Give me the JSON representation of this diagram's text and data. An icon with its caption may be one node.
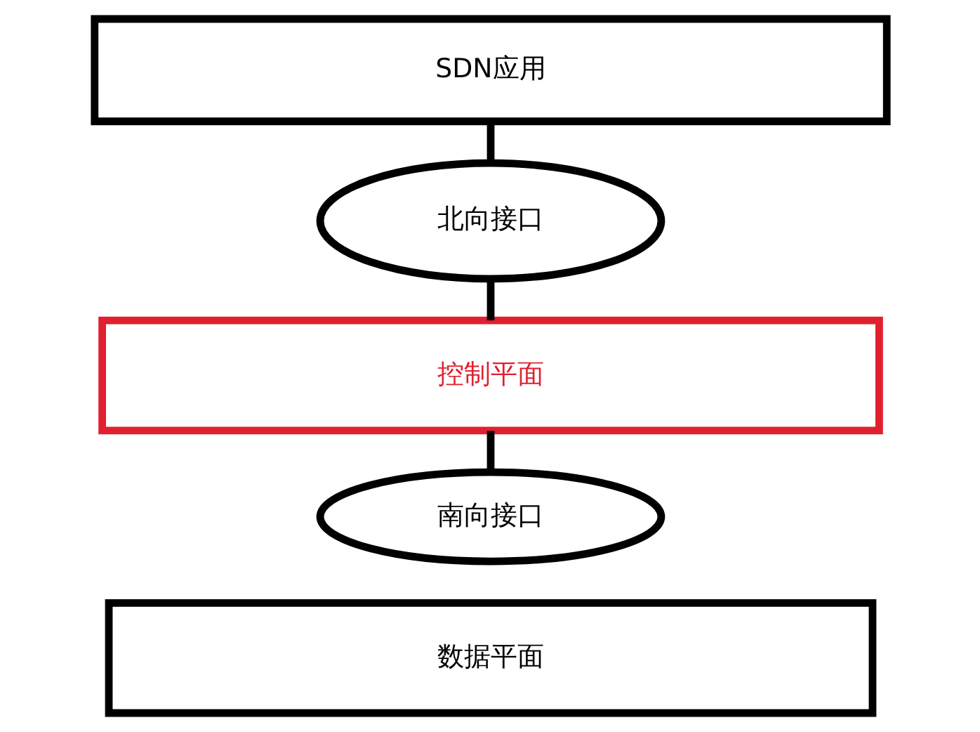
{
  "diagram": {
    "nodes": [
      {
        "text": [
          "SDN应用"
        ]
      },
      {
        "text": [
          "北向接口"
        ]
      },
      {
        "text": [
          "控制平面"
        ]
      },
      {
        "text": [
          "南向接口"
        ]
      },
      {
        "text": [
          "数据平面"
        ]
      }
    ],
    "edges": [
      {
        "from": 0,
        "to": 1,
        "arrow": "none"
      },
      {
        "from": 1,
        "to": 2,
        "arrow": "none"
      },
      {
        "from": 2,
        "to": 3,
        "arrow": "none"
      }
    ]
  }
}
